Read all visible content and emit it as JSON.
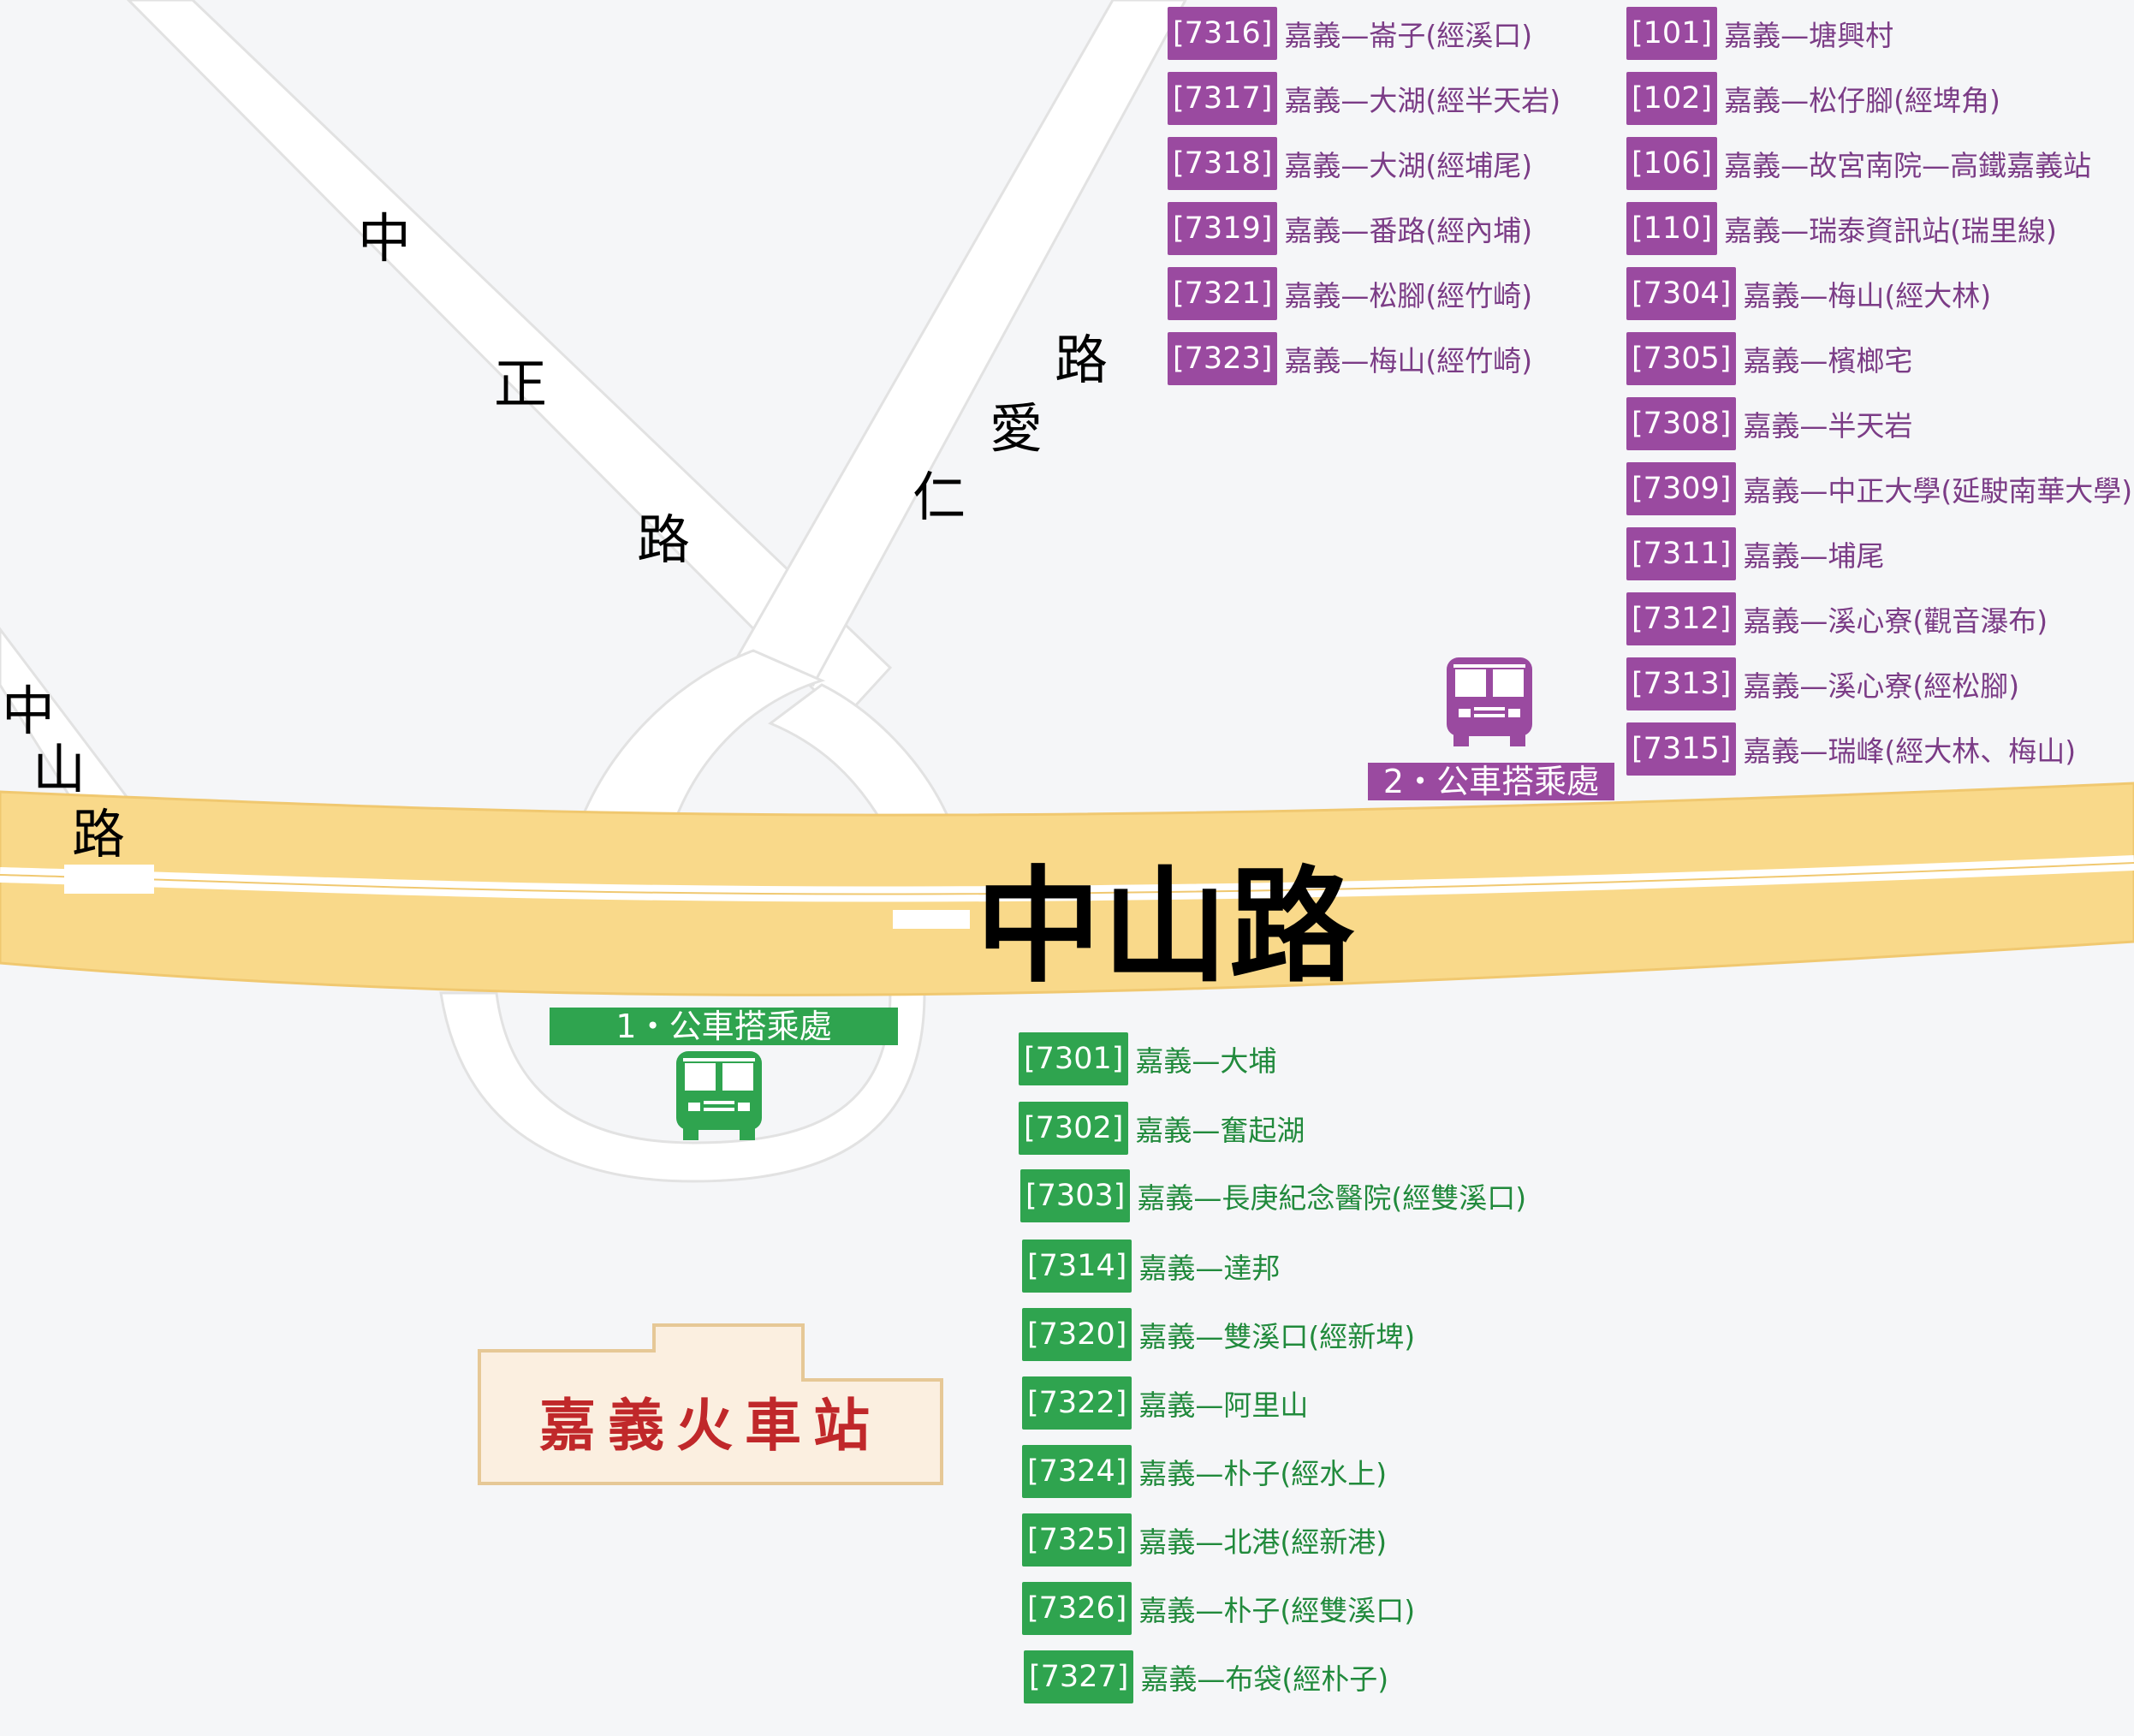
{
  "roads": {
    "zhongzheng": [
      "中",
      "正",
      "路"
    ],
    "airen": [
      "仁",
      "愛",
      "路"
    ],
    "zhongshan_side": [
      "中",
      "山",
      "路"
    ],
    "zhongshan_main": "中山路"
  },
  "stops": {
    "stop2": "2・公車搭乘處",
    "stop1": "1・公車搭乘處"
  },
  "station": "嘉義火車站",
  "colors": {
    "purple": "#9a4aa0",
    "green": "#2fa44f",
    "main_road": "#f9d98a",
    "station_text": "#c0282a"
  },
  "purple_col1": [
    {
      "code": "[7316]",
      "name": "嘉義—崙子(經溪口)"
    },
    {
      "code": "[7317]",
      "name": "嘉義—大湖(經半天岩)"
    },
    {
      "code": "[7318]",
      "name": "嘉義—大湖(經埔尾)"
    },
    {
      "code": "[7319]",
      "name": "嘉義—番路(經內埔)"
    },
    {
      "code": "[7321]",
      "name": "嘉義—松腳(經竹崎)"
    },
    {
      "code": "[7323]",
      "name": "嘉義—梅山(經竹崎)"
    }
  ],
  "purple_col2": [
    {
      "code": "[101]",
      "name": "嘉義—塘興村"
    },
    {
      "code": "[102]",
      "name": "嘉義—松仔腳(經埤角)"
    },
    {
      "code": "[106]",
      "name": "嘉義—故宮南院—高鐵嘉義站"
    },
    {
      "code": "[110]",
      "name": "嘉義—瑞泰資訊站(瑞里線)"
    },
    {
      "code": "[7304]",
      "name": "嘉義—梅山(經大林)"
    },
    {
      "code": "[7305]",
      "name": "嘉義—檳榔宅"
    },
    {
      "code": "[7308]",
      "name": "嘉義—半天岩"
    },
    {
      "code": "[7309]",
      "name": "嘉義—中正大學(延駛南華大學)"
    },
    {
      "code": "[7311]",
      "name": "嘉義—埔尾"
    },
    {
      "code": "[7312]",
      "name": "嘉義—溪心寮(觀音瀑布)"
    },
    {
      "code": "[7313]",
      "name": "嘉義—溪心寮(經松腳)"
    },
    {
      "code": "[7315]",
      "name": "嘉義—瑞峰(經大林、梅山)"
    }
  ],
  "green_routes": [
    {
      "code": "[7301]",
      "name": "嘉義—大埔"
    },
    {
      "code": "[7302]",
      "name": "嘉義—奮起湖"
    },
    {
      "code": "[7303]",
      "name": "嘉義—長庚紀念醫院(經雙溪口)"
    },
    {
      "code": "[7314]",
      "name": "嘉義—達邦"
    },
    {
      "code": "[7320]",
      "name": "嘉義—雙溪口(經新埤)"
    },
    {
      "code": "[7322]",
      "name": "嘉義—阿里山"
    },
    {
      "code": "[7324]",
      "name": "嘉義—朴子(經水上)"
    },
    {
      "code": "[7325]",
      "name": "嘉義—北港(經新港)"
    },
    {
      "code": "[7326]",
      "name": "嘉義—朴子(經雙溪口)"
    },
    {
      "code": "[7327]",
      "name": "嘉義—布袋(經朴子)"
    }
  ]
}
